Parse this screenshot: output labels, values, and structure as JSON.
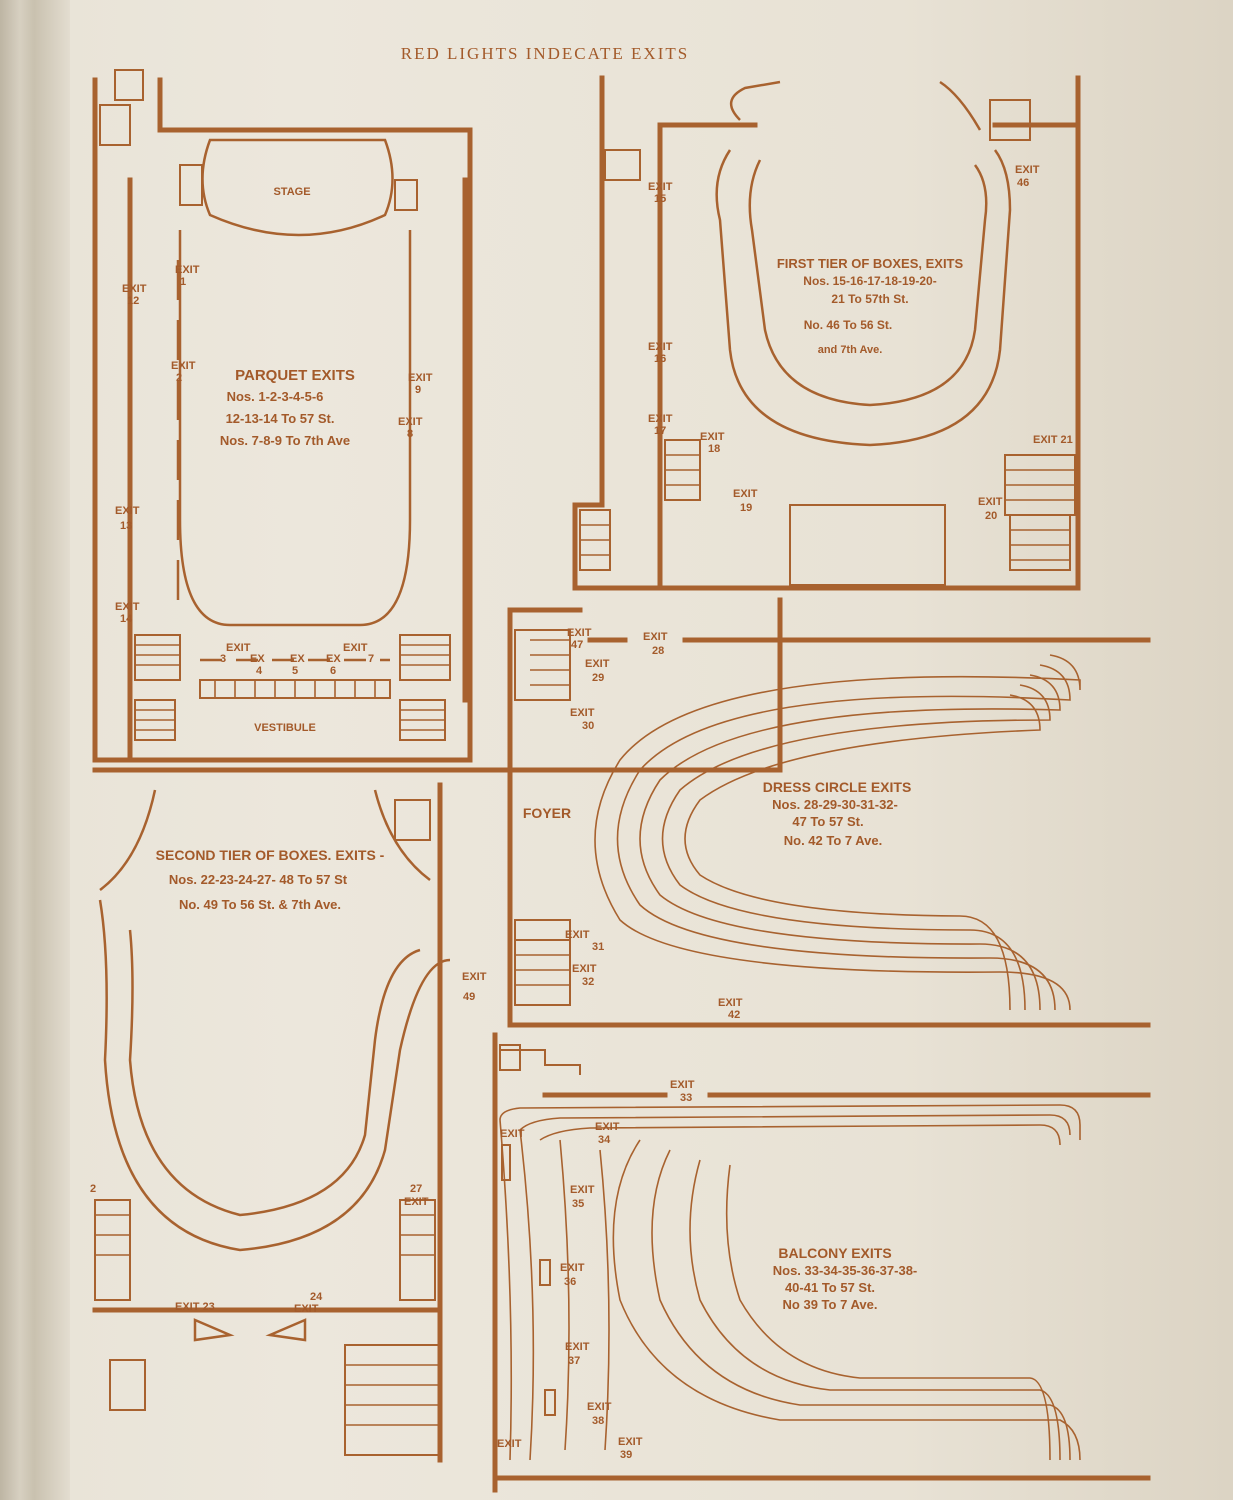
{
  "header": {
    "title": "RED LIGHTS INDECATE EXITS"
  },
  "colors": {
    "ink": "#a8622f",
    "paper": "#ece7dc"
  },
  "parquet": {
    "stage": "STAGE",
    "vestibule": "VESTIBULE",
    "legend": [
      "PARQUET EXITS",
      "Nos. 1-2-3-4-5-6",
      "12-13-14 To 57 St.",
      "Nos. 7-8-9 To 7th Ave"
    ],
    "exits": {
      "e1": [
        "EXIT",
        "1"
      ],
      "e2": [
        "EXIT",
        "2"
      ],
      "e12": [
        "EXIT",
        "12"
      ],
      "e13": [
        "EXIT",
        "13"
      ],
      "e14": [
        "EXIT",
        "14"
      ],
      "e9": [
        "EXIT",
        "9"
      ],
      "e8": [
        "EXIT",
        "8"
      ],
      "e3": [
        "EXIT",
        "3"
      ],
      "e4": [
        "EX",
        "4"
      ],
      "e5": [
        "EX",
        "5"
      ],
      "e6": [
        "EX",
        "6"
      ],
      "e7": [
        "EXIT",
        "7"
      ]
    }
  },
  "first_tier": {
    "legend": [
      "FIRST TIER OF BOXES, EXITS",
      "Nos. 15-16-17-18-19-20-",
      "21 To 57th St.",
      "No. 46 To 56 St.",
      "and 7th Ave."
    ],
    "exits": {
      "e15": [
        "EXIT",
        "15"
      ],
      "e16": [
        "EXIT",
        "16"
      ],
      "e17": [
        "EXIT",
        "17"
      ],
      "e18": [
        "EXIT",
        "18"
      ],
      "e19": [
        "EXIT",
        "19"
      ],
      "e20": [
        "EXIT",
        "20"
      ],
      "e21": [
        "EXIT 21"
      ],
      "e46": [
        "EXIT",
        "46"
      ]
    }
  },
  "second_tier": {
    "legend": [
      "SECOND TIER OF BOXES. EXITS -",
      "Nos. 22-23-24-27- 48 To 57 St",
      "No. 49 To 56 St. & 7th Ave."
    ],
    "exits": {
      "e49": [
        "EXIT",
        "49"
      ],
      "e27": [
        "27",
        "EXIT"
      ],
      "e22": [
        "2"
      ],
      "e23": [
        "EXIT 23"
      ],
      "e24": [
        "24",
        "EXIT"
      ]
    }
  },
  "dress_circle": {
    "foyer": "FOYER",
    "legend": [
      "DRESS CIRCLE EXITS",
      "Nos. 28-29-30-31-32-",
      "47 To 57 St.",
      "No. 42 To 7 Ave."
    ],
    "exits": {
      "e47": [
        "EXIT",
        "47"
      ],
      "e28": [
        "EXIT",
        "28"
      ],
      "e29": [
        "EXIT",
        "29"
      ],
      "e30": [
        "EXIT",
        "30"
      ],
      "e31": [
        "EXIT",
        "31"
      ],
      "e32": [
        "EXIT",
        "32"
      ],
      "e42": [
        "EXIT",
        "42"
      ]
    }
  },
  "balcony": {
    "legend": [
      "BALCONY EXITS",
      "Nos. 33-34-35-36-37-38-",
      "40-41 To 57 St.",
      "No 39 To 7 Ave."
    ],
    "exits": {
      "e33": [
        "EXIT",
        "33"
      ],
      "e34": [
        "EXIT",
        "34"
      ],
      "e35": [
        "EXIT",
        "35"
      ],
      "e36": [
        "EXIT",
        "36"
      ],
      "e37": [
        "EXIT",
        "37"
      ],
      "e38": [
        "EXIT",
        "38"
      ],
      "e39": [
        "EXIT",
        "39"
      ],
      "e40": [
        "EXIT"
      ],
      "e41": [
        "EXIT"
      ]
    }
  }
}
